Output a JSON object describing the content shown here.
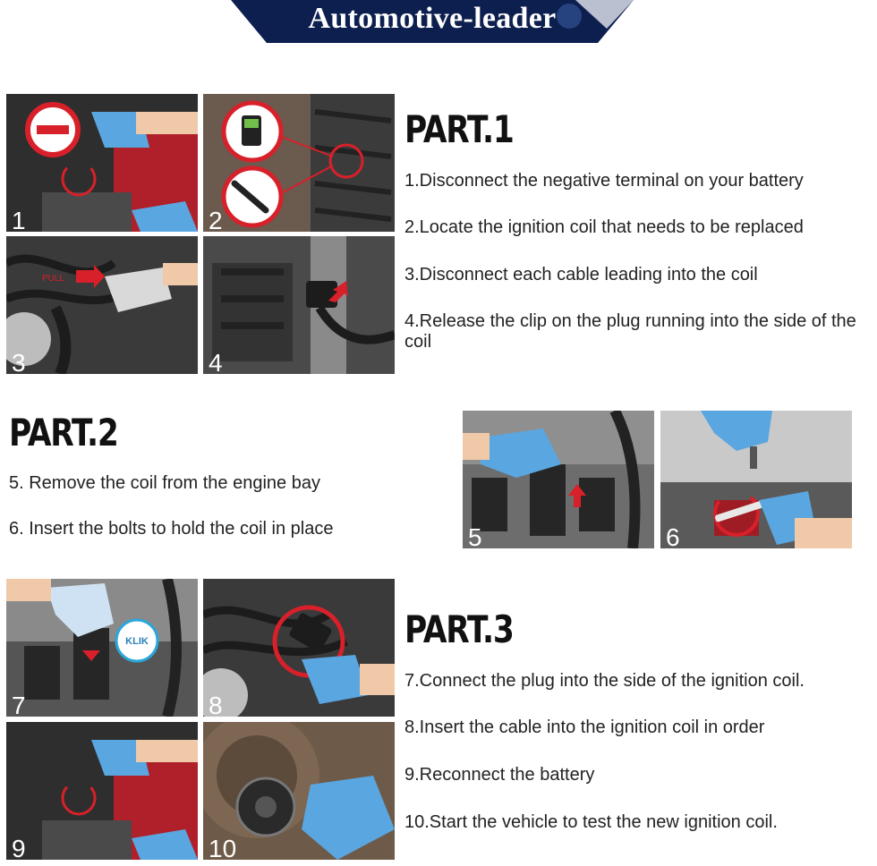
{
  "banner": {
    "title": "Automotive-leader"
  },
  "part1": {
    "title": "PART.1",
    "steps": [
      "1.Disconnect the negative terminal on your battery",
      "2.Locate the ignition coil that needs to be replaced",
      "3.Disconnect each cable leading into the coil",
      "4.Release the clip on the plug running into the side of the coil"
    ]
  },
  "part2": {
    "title": "PART.2",
    "steps": [
      "5. Remove the coil from the engine bay",
      "6. Insert the bolts to hold the coil in place"
    ]
  },
  "part3": {
    "title": "PART.3",
    "steps": [
      "7.Connect the plug into the side of the ignition coil.",
      "8.Insert the cable into the ignition coil in order",
      "9.Reconnect the battery",
      "10.Start the vehicle to test the new ignition coil."
    ]
  },
  "panels": {
    "p1": "1",
    "p2": "2",
    "p3": "3",
    "p4": "4",
    "p5": "5",
    "p6": "6",
    "p7": "7",
    "p8": "8",
    "p9": "9",
    "p10": "10"
  },
  "labels": {
    "pull": "PULL",
    "klik": "KLIK"
  },
  "colors": {
    "banner": "#0c1f4f",
    "accent_red": "#d8202a",
    "glove_blue": "#5aa6e0"
  }
}
